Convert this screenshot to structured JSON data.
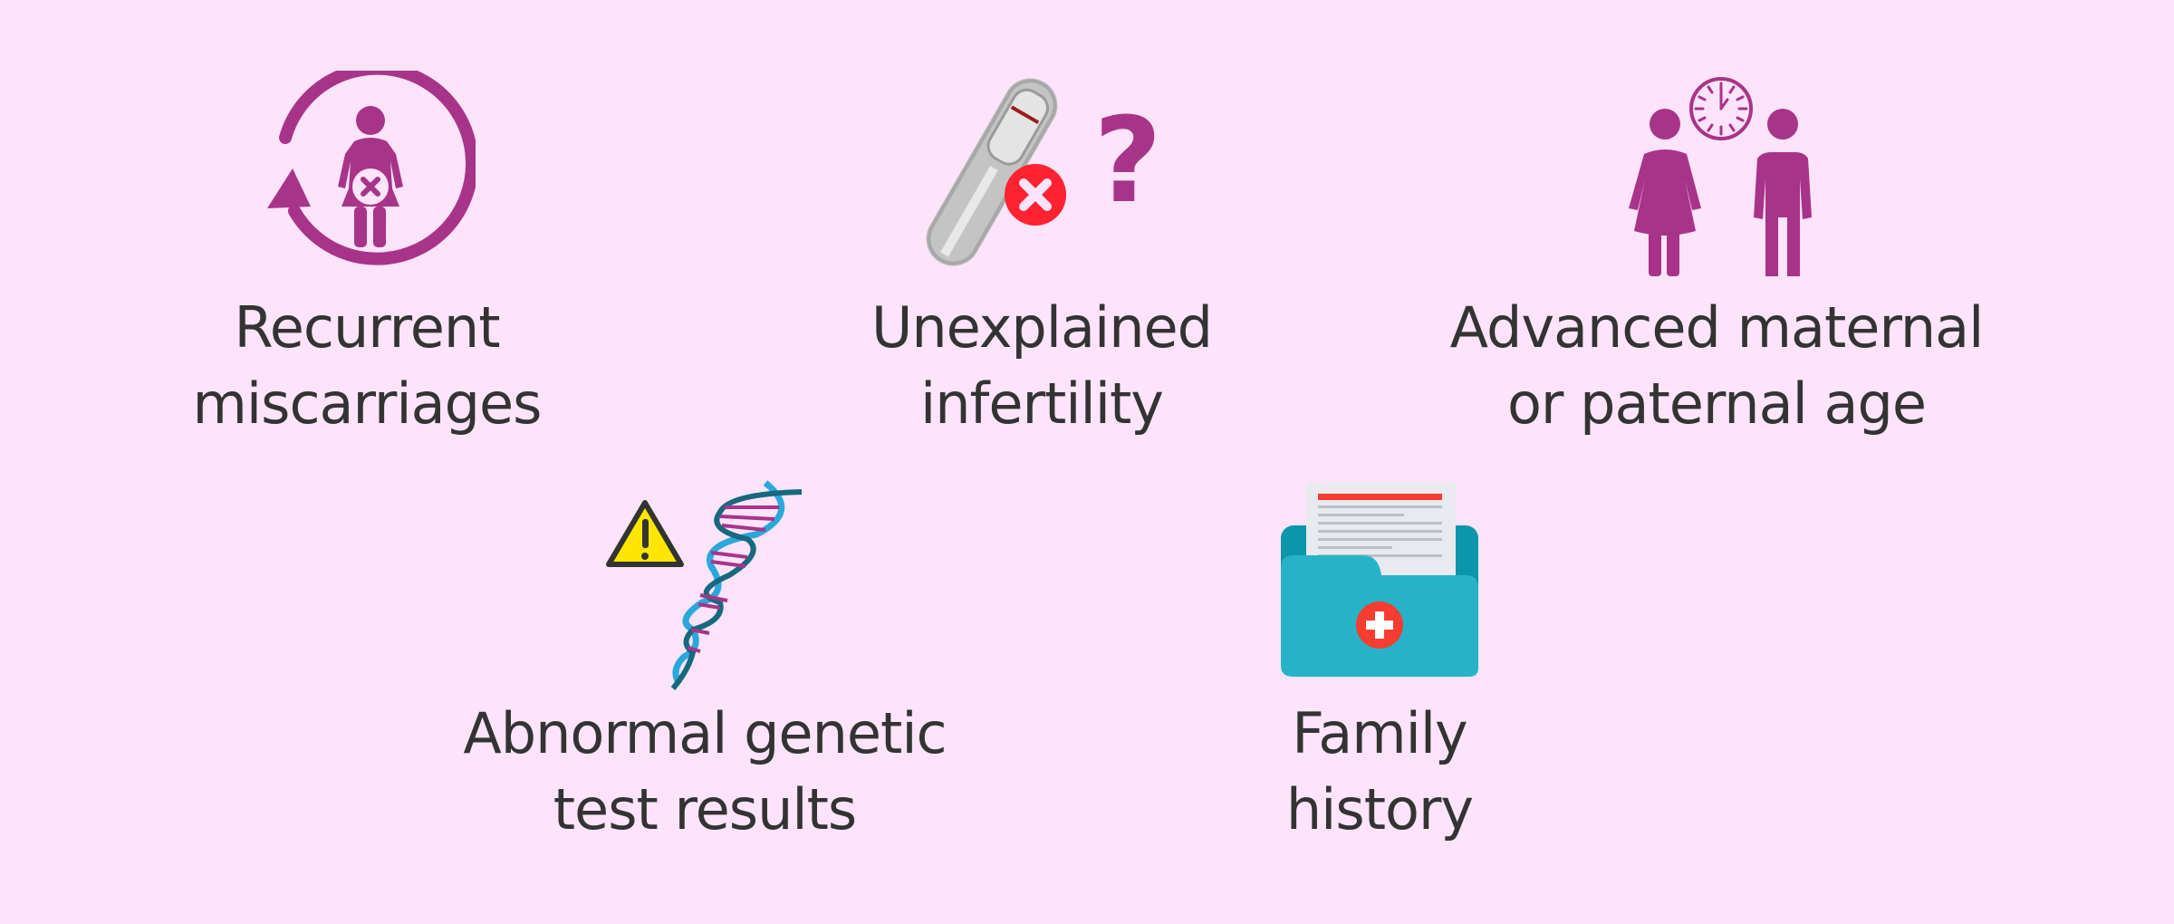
{
  "colors": {
    "background": "#fde4fa",
    "text": "#333333",
    "purple": "#a8348a",
    "red": "#ff2230",
    "teal": "#26b3c8",
    "yellow": "#ffe600"
  },
  "items": [
    {
      "id": "recurrent-miscarriages",
      "line1": "Recurrent",
      "line2": "miscarriages",
      "icon": "woman-cycle-icon"
    },
    {
      "id": "unexplained-infertility",
      "line1": "Unexplained",
      "line2": "infertility",
      "icon": "negative-test-icon"
    },
    {
      "id": "advanced-age",
      "line1": "Advanced maternal",
      "line2": "or paternal age",
      "icon": "couple-clock-icon"
    },
    {
      "id": "abnormal-genetic",
      "line1": "Abnormal genetic",
      "line2": "test results",
      "icon": "dna-warning-icon"
    },
    {
      "id": "family-history",
      "line1": "Family",
      "line2": "history",
      "icon": "medical-folder-icon"
    }
  ]
}
